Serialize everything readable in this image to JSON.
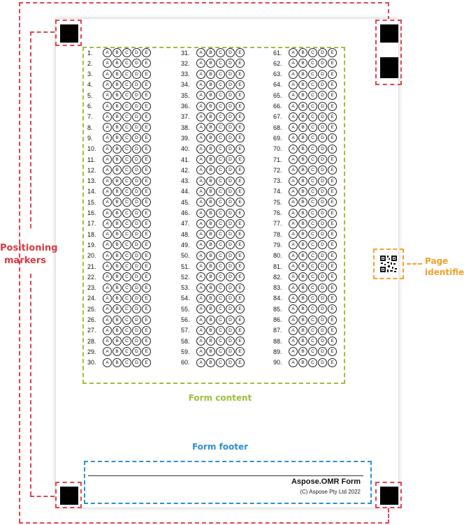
{
  "annotations": {
    "positioning_markers": "Positioning\nmarkers",
    "page_identifier": "Page\nidentifier",
    "form_content": "Form content",
    "form_footer": "Form footer"
  },
  "bubble_options": [
    "A",
    "B",
    "C",
    "D",
    "E"
  ],
  "columns": [
    {
      "start": 1,
      "end": 30
    },
    {
      "start": 31,
      "end": 60
    },
    {
      "start": 61,
      "end": 90
    }
  ],
  "footer": {
    "title": "Aspose.OMR Form",
    "copyright": "(C) Aspose Pty Ltd 2022"
  },
  "colors": {
    "markers": "#e0454c",
    "content": "#9cbf3b",
    "footer": "#2f8ed1",
    "identifier": "#f0a22a"
  },
  "icons": {
    "page_identifier_qr": "qr-code-icon"
  }
}
